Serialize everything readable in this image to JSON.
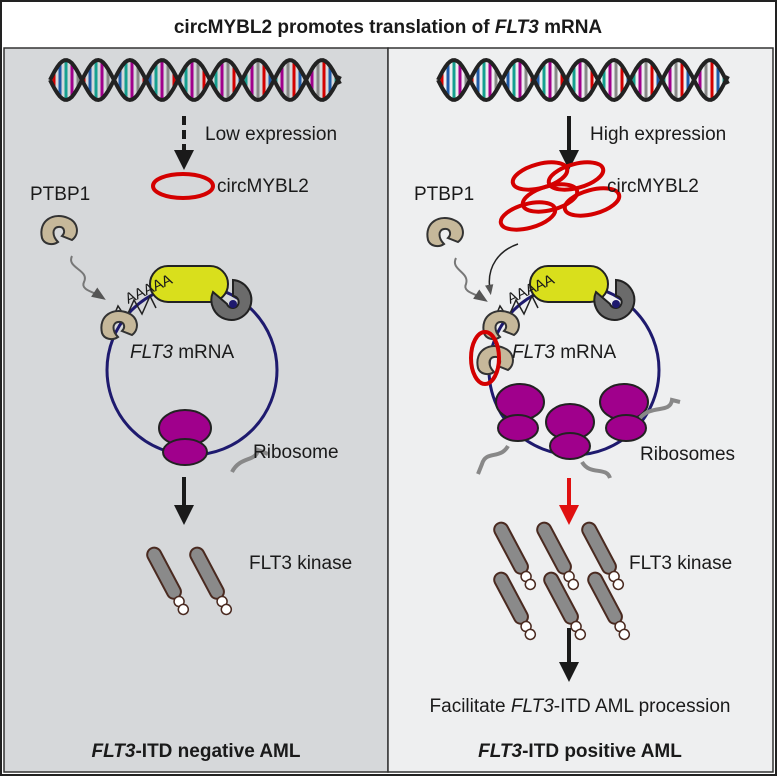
{
  "title": {
    "prefix": "circMYBL2 promotes translation of ",
    "gene": "FLT3",
    "suffix": " mRNA"
  },
  "left_panel": {
    "expression": "Low expression",
    "circ_label": "circMYBL2",
    "ptbp1_label": "PTBP1",
    "polyA": "AAAAA",
    "mrna_gene": "FLT3",
    "mrna_suffix": " mRNA",
    "ribosome_label": "Ribosome",
    "kinase_label": "FLT3 kinase",
    "footer_gene": "FLT3",
    "footer_suffix": "-ITD negative AML"
  },
  "right_panel": {
    "expression": "High expression",
    "circ_label": "circMYBL2",
    "ptbp1_label": "PTBP1",
    "polyA": "AAAAA",
    "mrna_gene": "FLT3",
    "mrna_suffix": " mRNA",
    "ribosome_label": "Ribosomes",
    "kinase_label": "FLT3 kinase",
    "outcome_prefix": "Facilitate ",
    "outcome_gene": "FLT3",
    "outcome_suffix": "-ITD AML procession",
    "footer_gene": "FLT3",
    "footer_suffix": "-ITD positive AML"
  },
  "colors": {
    "left_bg": "#d6d8da",
    "right_bg": "#eeeff0",
    "circ_rna": "#d40000",
    "ribosome": "#a0008c",
    "mrna_loop": "#1e1a6e",
    "ptbp1": "#c6b89a",
    "cap_yellow": "#d9df1c",
    "cap_gray": "#6b6b6b",
    "kinase": "#8a8a8a",
    "red_arrow": "#e01010"
  }
}
